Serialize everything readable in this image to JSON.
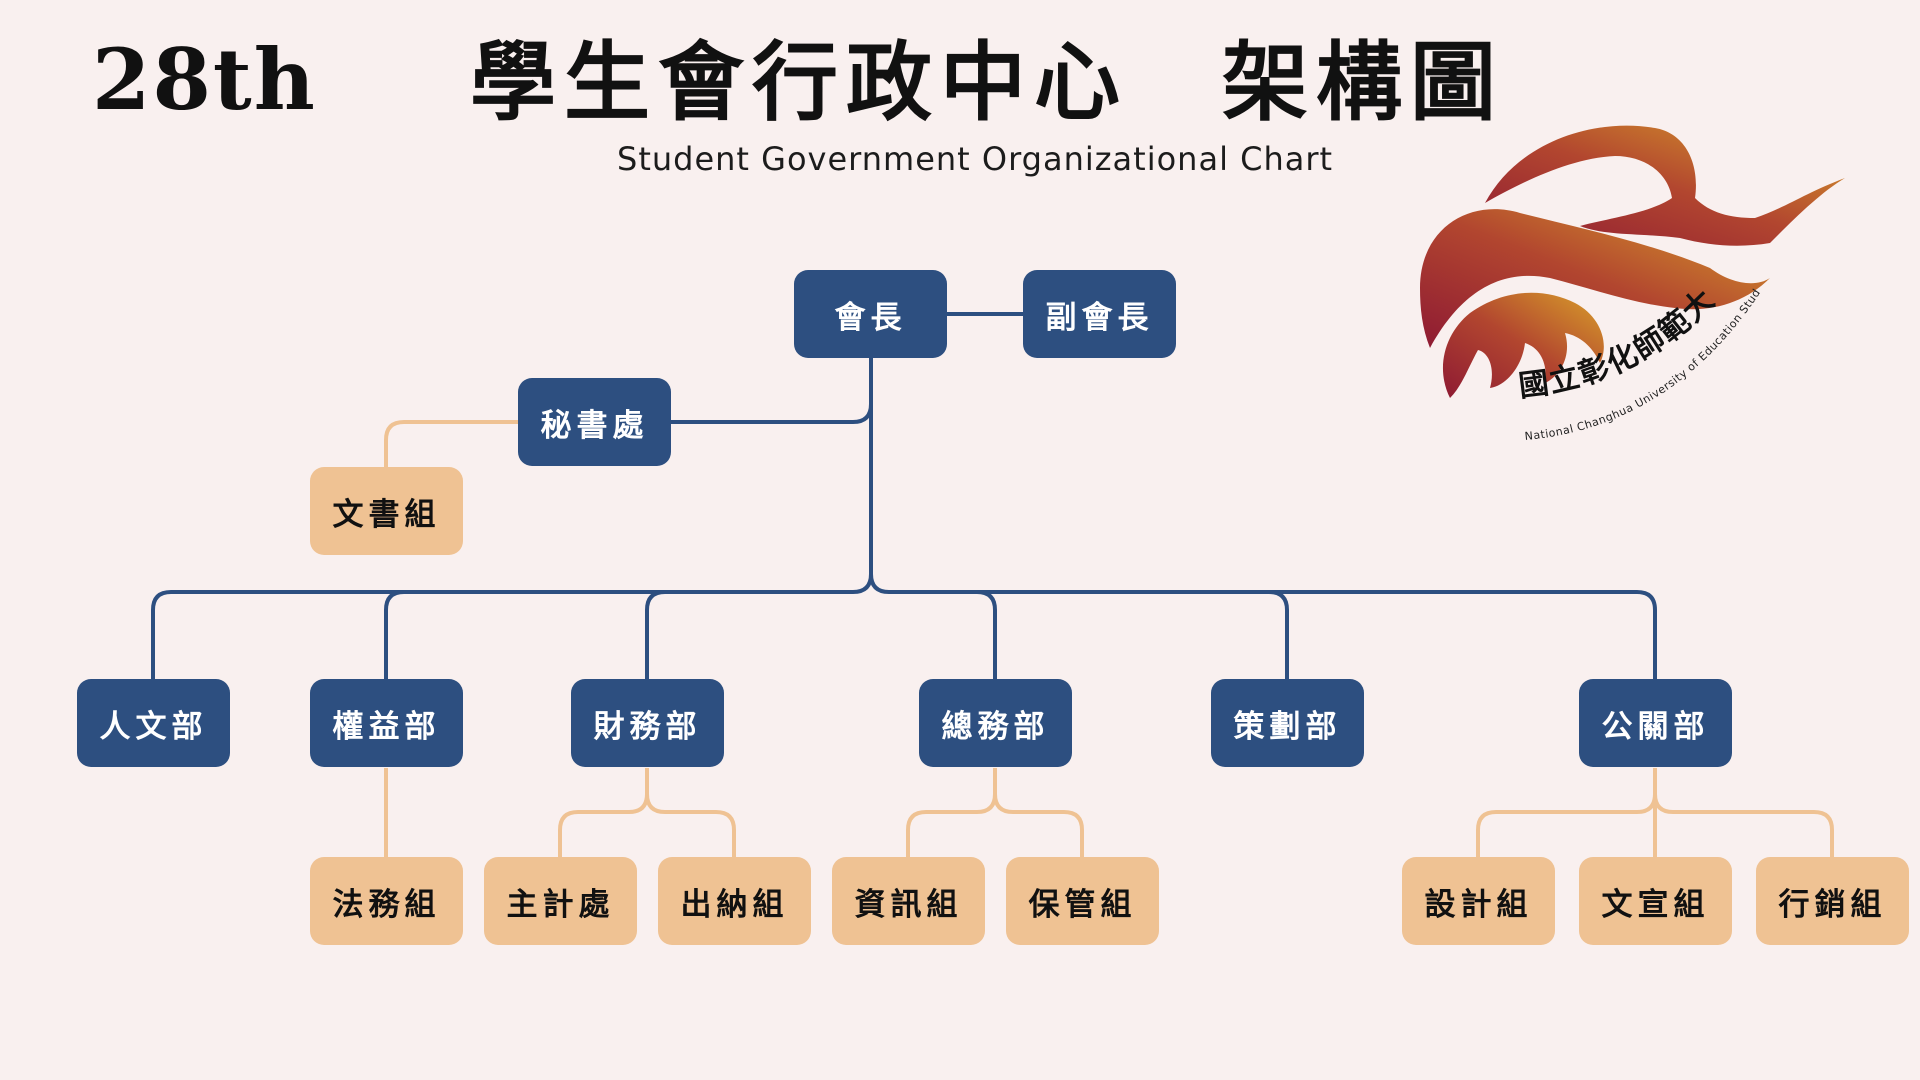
{
  "header": {
    "edition": "28th",
    "title": "學生會行政中心　架構圖",
    "subtitle": "Student Government Organizational Chart"
  },
  "colors": {
    "background": "#f9f0ef",
    "department_node": "#2d4f80",
    "group_node": "#efc293",
    "department_line": "#2d4f80",
    "group_line": "#efc293",
    "logo_gradient": [
      "#8e1a33",
      "#b2462f",
      "#d9a02a"
    ]
  },
  "logo": {
    "icon": "phoenix-icon",
    "name_zh": "國立彰化師範大學學生會",
    "name_en": "National Changhua University of Education Student Association"
  },
  "nodes": {
    "president": "會長",
    "vice_president": "副會長",
    "secretariat": "秘書處",
    "documents_group": "文書組",
    "humanities_dept": "人文部",
    "rights_dept": "權益部",
    "finance_dept": "財務部",
    "general_affairs_dept": "總務部",
    "planning_dept": "策劃部",
    "public_relations_dept": "公關部",
    "legal_group": "法務組",
    "accounting_office": "主計處",
    "cashier_group": "出納組",
    "information_group": "資訊組",
    "custody_group": "保管組",
    "design_group": "設計組",
    "publicity_group": "文宣組",
    "marketing_group": "行銷組"
  }
}
